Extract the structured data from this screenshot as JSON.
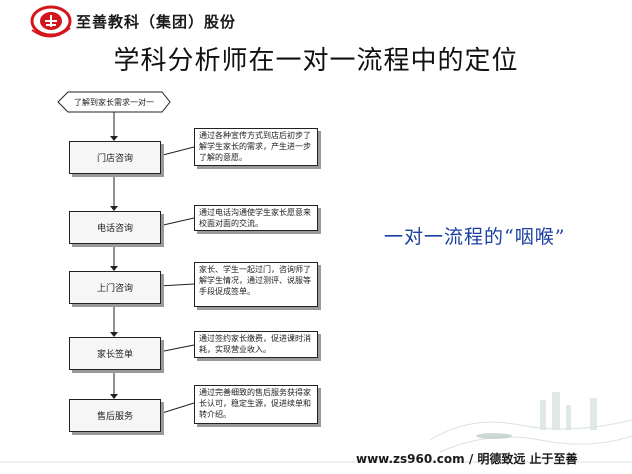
{
  "header": {
    "company": "至善教科（集团）股份"
  },
  "title": "学科分析师在一对一流程中的定位",
  "flow": {
    "start": "了解到家长需求一对一",
    "steps": [
      {
        "label": "门店咨询"
      },
      {
        "label": "电话咨询"
      },
      {
        "label": "上门咨询"
      },
      {
        "label": "家长签单"
      },
      {
        "label": "售后服务"
      }
    ],
    "notes": [
      "通过各种宣传方式到店后初步了解学生家长的需求，产生进一步了解的意愿。",
      "通过电话沟通使学生家长愿意来校面对面的交流。",
      "家长、学生一起过门，咨询师了解学生情况，通过测评、说服等手段促成签单。",
      "通过签约家长缴费，促进课时消耗，实现营业收入。",
      "通过完善细致的售后服务获得家长认可，稳定生源，促进续单和转介绍。"
    ]
  },
  "side_text": "一对一流程的“咽喉”",
  "footer": {
    "text": "www.zs960.com / 明德致远  止于至善"
  },
  "colors": {
    "accent_red": "#d4161c",
    "side_text_blue": "#1a3fa0",
    "line": "#222222"
  }
}
